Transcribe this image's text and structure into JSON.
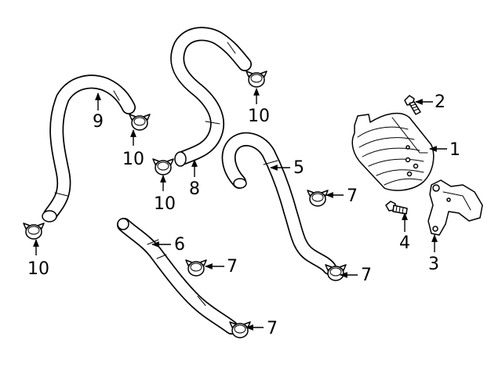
{
  "callouts": {
    "c1": "1",
    "c2": "2",
    "c3": "3",
    "c4": "4",
    "c5": "5",
    "c6": "6",
    "c7a": "7",
    "c7b": "7",
    "c7c": "7",
    "c7d": "7",
    "c8": "8",
    "c9": "9",
    "c10a": "10",
    "c10b": "10",
    "c10c": "10",
    "c10d": "10"
  },
  "colors": {
    "line": "#000000",
    "background": "#ffffff"
  }
}
